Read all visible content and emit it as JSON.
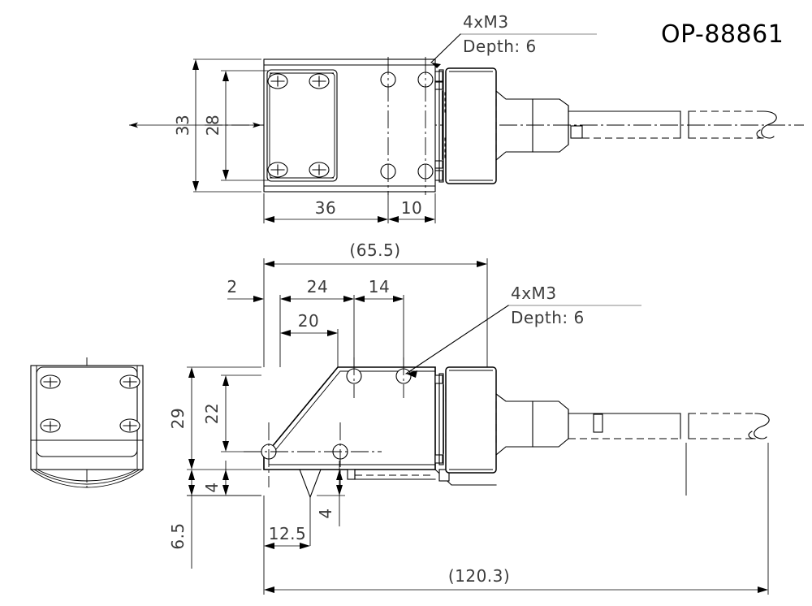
{
  "drawing": {
    "title": "OP-88861",
    "background_color": "#ffffff",
    "line_color": "#000000",
    "dimension_text_color": "#3c3c3c"
  },
  "views": {
    "top": {
      "name": "top-view",
      "callout": {
        "line1": "4xM3",
        "line2": "Depth: 6"
      },
      "dimensions": {
        "height_overall": "33",
        "height_plate": "28",
        "length_body": "36",
        "length_flange": "10"
      }
    },
    "side": {
      "name": "side-view",
      "callout": {
        "line1": "4xM3",
        "line2": "Depth: 6"
      },
      "dimensions": {
        "overall_body": "(65.5)",
        "offset_left": "2",
        "hole_pitch_1": "24",
        "hole_pitch_2": "14",
        "chamfer_run": "20",
        "height_overall": "29",
        "height_holes": "22",
        "base_step": "4",
        "base_to_axis": "6.5",
        "notch_offset": "12.5",
        "notch_depth": "4",
        "overall_length": "(120.3)"
      }
    },
    "front": {
      "name": "front-view"
    }
  },
  "labels": {
    "dim_33": "33",
    "dim_28": "28",
    "dim_36": "36",
    "dim_10": "10",
    "dim_655": "(65.5)",
    "dim_2": "2",
    "dim_24": "24",
    "dim_14": "14",
    "dim_20": "20",
    "dim_29": "29",
    "dim_22": "22",
    "dim_4a": "4",
    "dim_65": "6.5",
    "dim_125": "12.5",
    "dim_4b": "4",
    "dim_1203": "(120.3)",
    "callout_top_1": "4xM3",
    "callout_top_2": "Depth: 6",
    "callout_side_1": "4xM3",
    "callout_side_2": "Depth: 6",
    "part_number": "OP-88861"
  }
}
